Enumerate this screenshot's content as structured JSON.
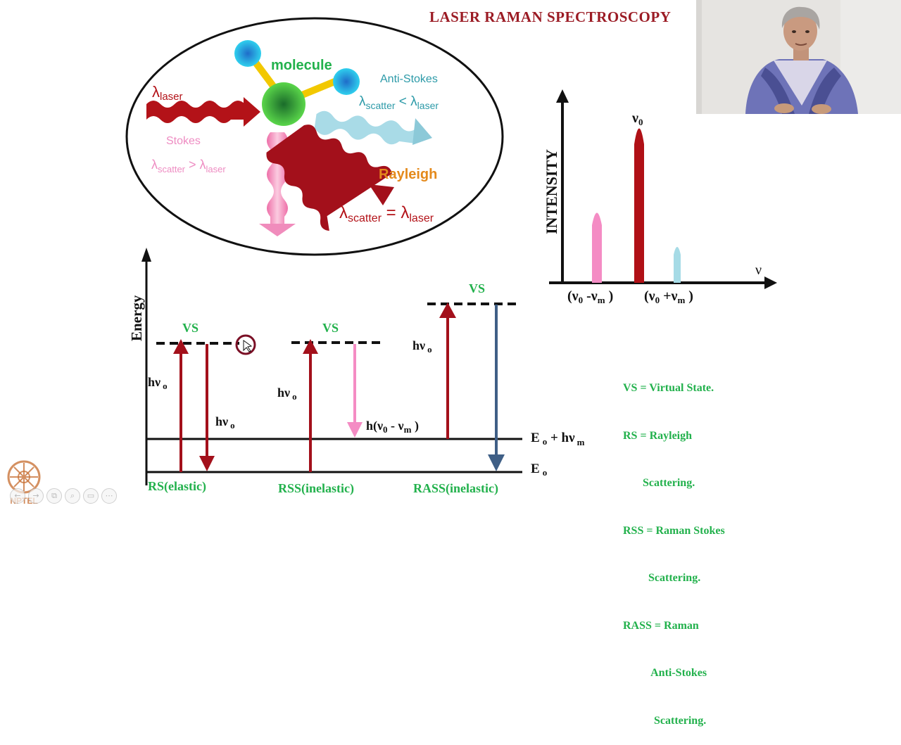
{
  "slide": {
    "title": "LASER RAMAN SPECTROSCOPY",
    "scattering": {
      "molecule": "molecule",
      "laser_lambda": "λ",
      "laser_sub": "laser",
      "anti_stokes": "Anti-Stokes",
      "anti_stokes_eq": {
        "lhs": "λ",
        "lhs_sub": "scatter",
        "op": " < ",
        "rhs": "λ",
        "rhs_sub": "laser"
      },
      "stokes": "Stokes",
      "stokes_eq": {
        "lhs": "λ",
        "lhs_sub": "scatter",
        "op": " > ",
        "rhs": "λ",
        "rhs_sub": "laser"
      },
      "rayleigh": "Rayleigh",
      "rayleigh_eq": {
        "lhs": "λ",
        "lhs_sub": "scatter",
        "op": " = ",
        "rhs": "λ",
        "rhs_sub": "laser"
      }
    },
    "spectrum": {
      "ylabel": "INTENSITY",
      "xlabel": "ν",
      "peak_label": "ν",
      "peak_sub": "0",
      "tick_left": "(ν",
      "tick_left_sub": "0",
      "tick_left_rest": " -ν",
      "tick_left_sub2": "m",
      "tick_left_close": " )",
      "tick_right": "(ν",
      "tick_right_sub": "0",
      "tick_right_rest": " +ν",
      "tick_right_sub2": "m",
      "tick_right_close": " )",
      "colors": {
        "stokes": "#f48cc4",
        "rayleigh": "#b01016",
        "anti_stokes": "#a6dbe6"
      }
    },
    "energy": {
      "axis_label": "Energy",
      "vs": "VS",
      "hv0": "hν",
      "hv0_sub": "o",
      "stokes_emit": "h(ν",
      "stokes_emit_sub": "0",
      "stokes_emit_rest": " - ν",
      "stokes_emit_sub2": "m",
      "stokes_emit_close": " )",
      "level_upper": "E",
      "level_upper_sub": "o",
      "level_upper_rest": " + hν",
      "level_upper_sub2": "m",
      "level_lower": "E",
      "level_lower_sub": "o",
      "label_rs": "RS(elastic)",
      "label_rss": "RSS(inelastic)",
      "label_rass": "RASS(inelastic)"
    },
    "legend": [
      "VS = Virtual State.",
      "RS = Rayleigh",
      "       Scattering.",
      "RSS = Raman Stokes",
      "         Scattering.",
      "RASS = Raman",
      "          Anti-Stokes",
      "           Scattering."
    ],
    "brand": "NPTEL",
    "toolbar_icons": [
      "back-icon",
      "forward-icon",
      "copy-icon",
      "zoom-icon",
      "chat-icon",
      "more-icon"
    ],
    "toolbar_glyphs": [
      "←",
      "→",
      "⧉",
      "⌕",
      "▭",
      "⋯"
    ]
  }
}
